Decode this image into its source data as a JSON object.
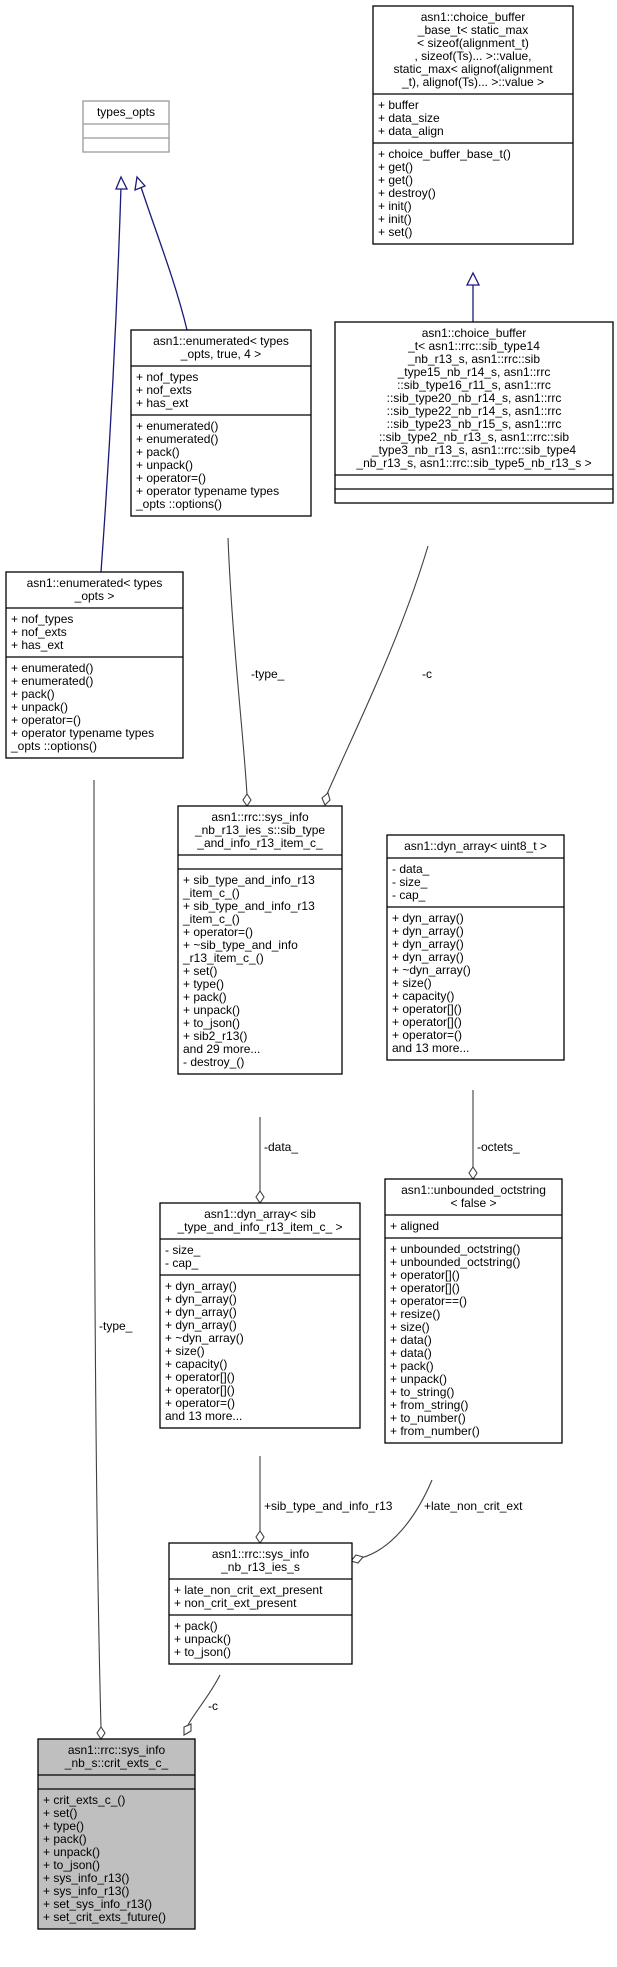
{
  "nodes": {
    "types_opts": {
      "title": [
        "types_opts"
      ],
      "attributes": [],
      "methods": []
    },
    "choice_buffer_base": {
      "title": [
        "asn1::choice_buffer",
        "_base_t< static_max",
        "< sizeof(alignment_t)",
        ", sizeof(Ts)... >::value,",
        " static_max< alignof(alignment",
        "_t), alignof(Ts)... >::value >"
      ],
      "attributes": [
        "+ buffer",
        "+ data_size",
        "+ data_align"
      ],
      "methods": [
        "+ choice_buffer_base_t()",
        "+ get()",
        "+ get()",
        "+ destroy()",
        "+ init()",
        "+ init()",
        "+ set()"
      ]
    },
    "enumerated_true4": {
      "title": [
        "asn1::enumerated< types",
        "_opts, true, 4 >"
      ],
      "attributes": [
        "+ nof_types",
        "+ nof_exts",
        "+ has_ext"
      ],
      "methods": [
        "+ enumerated()",
        "+ enumerated()",
        "+ pack()",
        "+ unpack()",
        "+ operator=()",
        "+ operator typename types",
        "_opts ::options()"
      ]
    },
    "choice_buffer_sib": {
      "title": [
        "asn1::choice_buffer",
        "_t< asn1::rrc::sib_type14",
        "_nb_r13_s, asn1::rrc::sib",
        "_type15_nb_r14_s, asn1::rrc",
        "::sib_type16_r11_s, asn1::rrc",
        "::sib_type20_nb_r14_s, asn1::rrc",
        "::sib_type22_nb_r14_s, asn1::rrc",
        "::sib_type23_nb_r15_s, asn1::rrc",
        "::sib_type2_nb_r13_s, asn1::rrc::sib",
        "_type3_nb_r13_s, asn1::rrc::sib_type4",
        "_nb_r13_s, asn1::rrc::sib_type5_nb_r13_s >"
      ],
      "attributes": [],
      "methods": []
    },
    "enumerated_types_opts": {
      "title": [
        "asn1::enumerated< types",
        "_opts >"
      ],
      "attributes": [
        "+ nof_types",
        "+ nof_exts",
        "+ has_ext"
      ],
      "methods": [
        "+ enumerated()",
        "+ enumerated()",
        "+ pack()",
        "+ unpack()",
        "+ operator=()",
        "+ operator typename types",
        "_opts ::options()"
      ]
    },
    "sib_type_and_info_item": {
      "title": [
        "asn1::rrc::sys_info",
        "_nb_r13_ies_s::sib_type",
        "_and_info_r13_item_c_"
      ],
      "attributes": [],
      "methods": [
        "+ sib_type_and_info_r13",
        "_item_c_()",
        "+ sib_type_and_info_r13",
        "_item_c_()",
        "+ operator=()",
        "+ ~sib_type_and_info",
        "_r13_item_c_()",
        "+ set()",
        "+ type()",
        "+ pack()",
        "+ unpack()",
        "+ to_json()",
        "+ sib2_r13()",
        "and 29 more...",
        "- destroy_()"
      ]
    },
    "dyn_array_uint8": {
      "title": [
        "asn1::dyn_array< uint8_t >"
      ],
      "attributes": [
        "- data_",
        "- size_",
        "- cap_"
      ],
      "methods": [
        "+ dyn_array()",
        "+ dyn_array()",
        "+ dyn_array()",
        "+ dyn_array()",
        "+ ~dyn_array()",
        "+ size()",
        "+ capacity()",
        "+ operator[]()",
        "+ operator[]()",
        "+ operator=()",
        "and 13 more..."
      ]
    },
    "dyn_array_sib": {
      "title": [
        "asn1::dyn_array< sib",
        "_type_and_info_r13_item_c_ >"
      ],
      "attributes": [
        "- size_",
        "- cap_"
      ],
      "methods": [
        "+ dyn_array()",
        "+ dyn_array()",
        "+ dyn_array()",
        "+ dyn_array()",
        "+ ~dyn_array()",
        "+ size()",
        "+ capacity()",
        "+ operator[]()",
        "+ operator[]()",
        "+ operator=()",
        "and 13 more..."
      ]
    },
    "unbounded_octstring": {
      "title": [
        "asn1::unbounded_octstring",
        "< false >"
      ],
      "attributes": [
        "+ aligned"
      ],
      "methods": [
        "+ unbounded_octstring()",
        "+ unbounded_octstring()",
        "+ operator[]()",
        "+ operator[]()",
        "+ operator==()",
        "+ resize()",
        "+ size()",
        "+ data()",
        "+ data()",
        "+ pack()",
        "+ unpack()",
        "+ to_string()",
        "+ from_string()",
        "+ to_number()",
        "+ from_number()"
      ]
    },
    "sys_info_nb_r13_ies": {
      "title": [
        "asn1::rrc::sys_info",
        "_nb_r13_ies_s"
      ],
      "attributes": [
        "+ late_non_crit_ext_present",
        "+ non_crit_ext_present"
      ],
      "methods": [
        "+ pack()",
        "+ unpack()",
        "+ to_json()"
      ]
    },
    "crit_exts_c": {
      "title": [
        "asn1::rrc::sys_info",
        "_nb_s::crit_exts_c_"
      ],
      "attributes": [],
      "methods": [
        "+ crit_exts_c_()",
        "+ set()",
        "+ type()",
        "+ pack()",
        "+ unpack()",
        "+ to_json()",
        "+ sys_info_r13()",
        "+ sys_info_r13()",
        "+ set_sys_info_r13()",
        "+ set_crit_exts_future()"
      ]
    }
  },
  "edge_labels": {
    "type_enum4": "-type_",
    "c_choice": "-c",
    "type_enum_opts": "-type_",
    "data": "-data_",
    "octets": "-octets_",
    "sib_type_and_info": "+sib_type_and_info_r13",
    "late_non_crit_ext": "+late_non_crit_ext",
    "c_crit": "-c"
  },
  "colors": {
    "inheritance_edge": "#1a1a7a",
    "member_edge": "#404040",
    "focus_fill": "#bfbfbf"
  }
}
